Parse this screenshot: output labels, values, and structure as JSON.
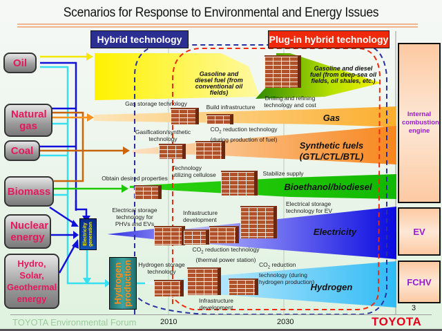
{
  "title": "Scenarios for Response to Environmental and Energy Issues",
  "headers": {
    "hybrid": "Hybrid technology",
    "plugin": "Plug-in hybrid technology"
  },
  "sources": [
    {
      "id": "oil",
      "label": "Oil"
    },
    {
      "id": "natural-gas",
      "label": "Natural gas"
    },
    {
      "id": "coal",
      "label": "Coal"
    },
    {
      "id": "biomass",
      "label": "Biomass"
    },
    {
      "id": "nuclear",
      "label": "Nuclear energy"
    },
    {
      "id": "renewables",
      "label": "Hydro, Solar, Geothermal energy"
    }
  ],
  "intermediate": {
    "electricity_generation": "Electricity generation",
    "hydrogen_production": "Hydrogen production"
  },
  "fuel_bands": [
    {
      "id": "conventional",
      "label": "Gasoline and diesel fuel (from conventional oil fields)",
      "color": "#f5f000"
    },
    {
      "id": "deep-sea",
      "label": "Gasoline and diesel fuel (from deep-sea oil fields, oil shales, etc.)",
      "color": "#3a9a00"
    },
    {
      "id": "gas",
      "label": "Gas",
      "color": "#fbb040"
    },
    {
      "id": "synthetic",
      "label": "Synthetic fuels (GTL/CTL/BTL)",
      "color": "#f7901e"
    },
    {
      "id": "bio",
      "label": "Bioethanol/biodiesel",
      "color": "#1ec800"
    },
    {
      "id": "electricity",
      "label": "Electricity",
      "color": "#1010e0"
    },
    {
      "id": "hydrogen",
      "label": "Hydrogen",
      "color": "#36bdf4"
    }
  ],
  "annotations": {
    "drilling": "Drilling and refining technology and cost",
    "gas_storage": "Gas storage technology",
    "build_infra": "Build infrastructure",
    "gasification": "Gasification/synthetic technology",
    "co2_fuel": "CO2 reduction technology (during production of fuel)",
    "obtain_props": "Obtain desired properties",
    "cellulose": "Technology utilizing cellulose",
    "stabilize": "Stabilize supply",
    "elec_storage_phv": "Electrical storage technology for PHVs and EVs",
    "infra_dev_elec": "Infrastructure development",
    "elec_storage_ev": "Electrical storage technology for EV",
    "co2_thermal": "CO2 reduction technology (thermal power station)",
    "h2_storage": "Hydrogen storage technology",
    "co2_h2": "CO2 reduction technology (during hydrogen production)",
    "infra_dev_h2": "Infrastructure development"
  },
  "vehicles": {
    "ice": "Internal combustion engine",
    "ev": "EV",
    "fchv": "FCHV"
  },
  "timeline": {
    "year1": "2010",
    "year2": "2030"
  },
  "footer": {
    "forum": "TOYOTA Environmental Forum",
    "brand": "TOYOTA",
    "page": "3"
  }
}
